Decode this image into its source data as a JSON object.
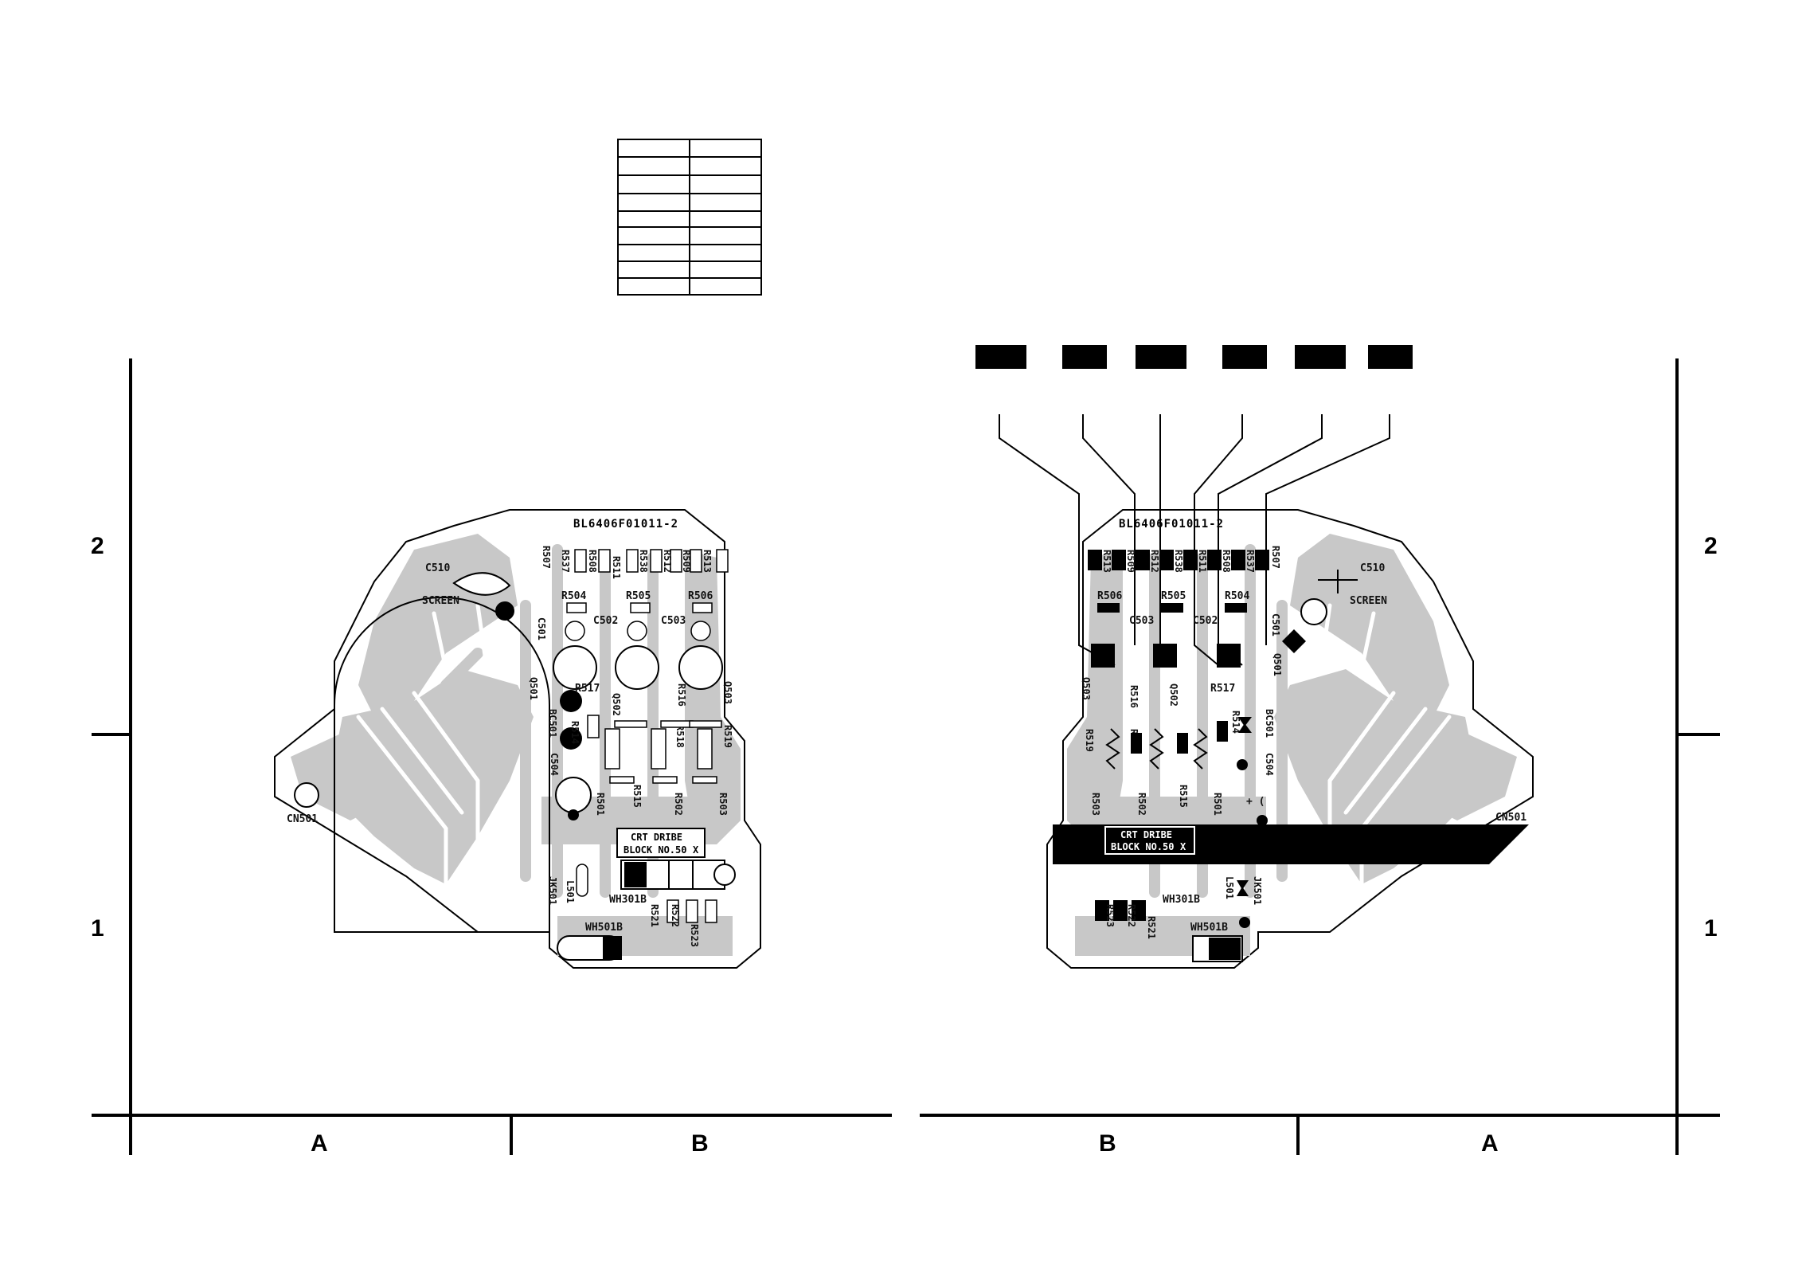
{
  "grid": {
    "rows": [
      "2",
      "1"
    ],
    "columns_left": [
      "A",
      "B"
    ],
    "columns_right": [
      "B",
      "A"
    ]
  },
  "board": {
    "part_number": "BL6406F01011-2",
    "block_label_line1": "CRT DRIBE",
    "block_label_line2": "BLOCK NO.50",
    "block_mark": "X"
  },
  "left_labels": {
    "c510": "C510",
    "screen": "SCREEN",
    "cn501": "CN501",
    "r507": "R507",
    "r537": "R537",
    "r508": "R508",
    "r511": "R511",
    "r538": "R538",
    "r512": "R512",
    "r509": "R509",
    "r513": "R513",
    "r504": "R504",
    "r505": "R505",
    "r506": "R506",
    "c501": "C501",
    "c502": "C502",
    "c503": "C503",
    "q501": "Q501",
    "q502": "Q502",
    "q503": "Q503",
    "r517": "R517",
    "r516": "R516",
    "r514": "R514",
    "bc501": "BC501",
    "r518": "R518",
    "r519": "R519",
    "c504": "C504",
    "r501": "R501",
    "r515": "R515",
    "r502": "R502",
    "r503": "R503",
    "jk501": "JK501",
    "l501": "L501",
    "wh301b": "WH301B",
    "wh501b": "WH501B",
    "r521": "R521",
    "r522": "R522",
    "r523": "R523"
  },
  "right_labels": {
    "c510": "C510",
    "screen": "SCREEN",
    "cn501": "CN501",
    "r513": "R513",
    "r509": "R509",
    "r512": "R512",
    "r538": "R538",
    "r511": "R511",
    "r508": "R508",
    "r537": "R537",
    "r507": "R507",
    "r506": "R506",
    "r505": "R505",
    "r504": "R504",
    "c503": "C503",
    "c502": "C502",
    "c501": "C501",
    "q503": "Q503",
    "q502": "Q502",
    "q501": "Q501",
    "r516": "R516",
    "r517": "R517",
    "r514": "R514",
    "bc501": "BC501",
    "r519": "R519",
    "r518": "R518",
    "c504": "C504",
    "r503": "R503",
    "r502": "R502",
    "r515": "R515",
    "r501": "R501",
    "wh301b": "WH301B",
    "l501": "L501",
    "jk501": "JK501",
    "wh501b": "WH501B",
    "r523": "R523",
    "r522": "R522",
    "r521": "R521"
  },
  "colors": {
    "copper": "#c8c8c8",
    "ink": "#000000",
    "paper": "#ffffff"
  }
}
